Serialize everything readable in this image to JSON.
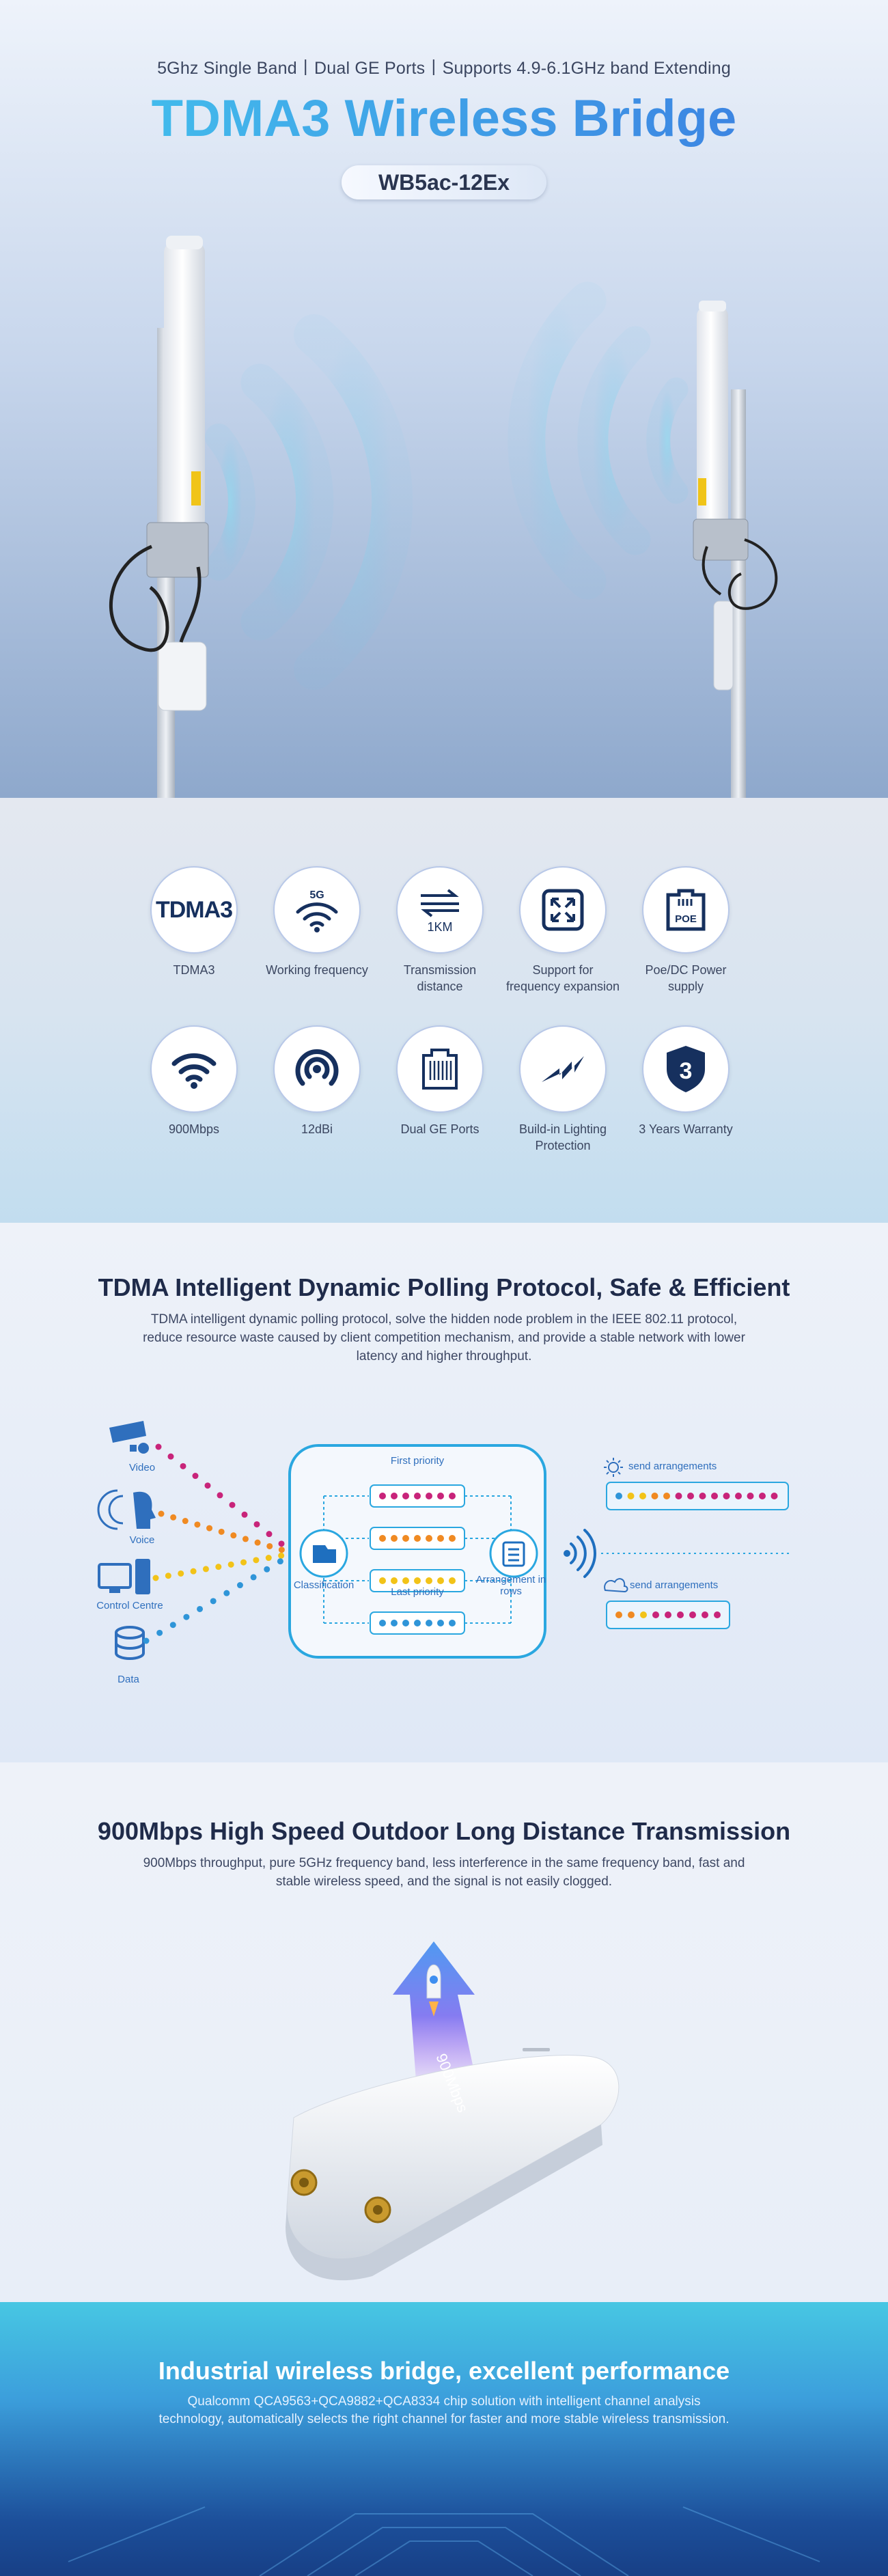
{
  "hero": {
    "tagline": "5Ghz Single Band丨Dual GE Ports丨Supports 4.9-6.1GHz band Extending",
    "title": "TDMA3 Wireless Bridge",
    "model": "WB5ac-12Ex"
  },
  "features": [
    {
      "icon": "tdma3-icon",
      "icon_text": "TDMA3",
      "label": "TDMA3"
    },
    {
      "icon": "wifi-5g-icon",
      "icon_text": "5G",
      "label": "Working frequency"
    },
    {
      "icon": "transmission-arrows-icon",
      "icon_text": "1KM",
      "label": "Transmission distance"
    },
    {
      "icon": "expand-icon",
      "icon_text": "",
      "label": "Support for frequency expansion"
    },
    {
      "icon": "poe-icon",
      "icon_text": "POE",
      "label": "Poe/DC Power supply"
    },
    {
      "icon": "wifi-icon",
      "icon_text": "",
      "label": "900Mbps"
    },
    {
      "icon": "signal-target-icon",
      "icon_text": "",
      "label": "12dBi"
    },
    {
      "icon": "ethernet-port-icon",
      "icon_text": "",
      "label": "Dual GE Ports"
    },
    {
      "icon": "lightning-icon",
      "icon_text": "",
      "label": "Build-in Lighting Protection"
    },
    {
      "icon": "shield-warranty-icon",
      "icon_text": "3",
      "label": "3 Years Warranty"
    }
  ],
  "tdma": {
    "title": "TDMA Intelligent Dynamic Polling Protocol, Safe & Efficient",
    "description": "TDMA intelligent dynamic polling protocol, solve the hidden node problem in the IEEE 802.11 protocol, reduce resource waste caused by client competition mechanism, and provide a stable network with lower latency and higher throughput.",
    "sources": [
      "Video",
      "Voice",
      "Control Centre",
      "Data"
    ],
    "first_priority": "First priority",
    "last_priority": "Last priority",
    "classification": "Classification",
    "arrangement": "Arrangement in rows",
    "send_arrangements_1": "send arrangements",
    "send_arrangements_2": "send arrangements",
    "colors": {
      "video": "#c8247a",
      "voice": "#f08a22",
      "control": "#f2c318",
      "data": "#2f95d8",
      "frame": "#2aa7e0"
    }
  },
  "speed": {
    "title": "900Mbps High Speed Outdoor Long Distance Transmission",
    "description": "900Mbps throughput, pure 5GHz frequency band, less interference in the same frequency band, fast and stable wireless speed, and the signal is not easily clogged.",
    "arrow_label": "900Mbps"
  },
  "bottom": {
    "title": "Industrial wireless bridge, excellent performance",
    "description": "Qualcomm QCA9563+QCA9882+QCA8334 chip solution with intelligent channel analysis technology, automatically selects the right channel for faster and more stable wireless transmission."
  }
}
